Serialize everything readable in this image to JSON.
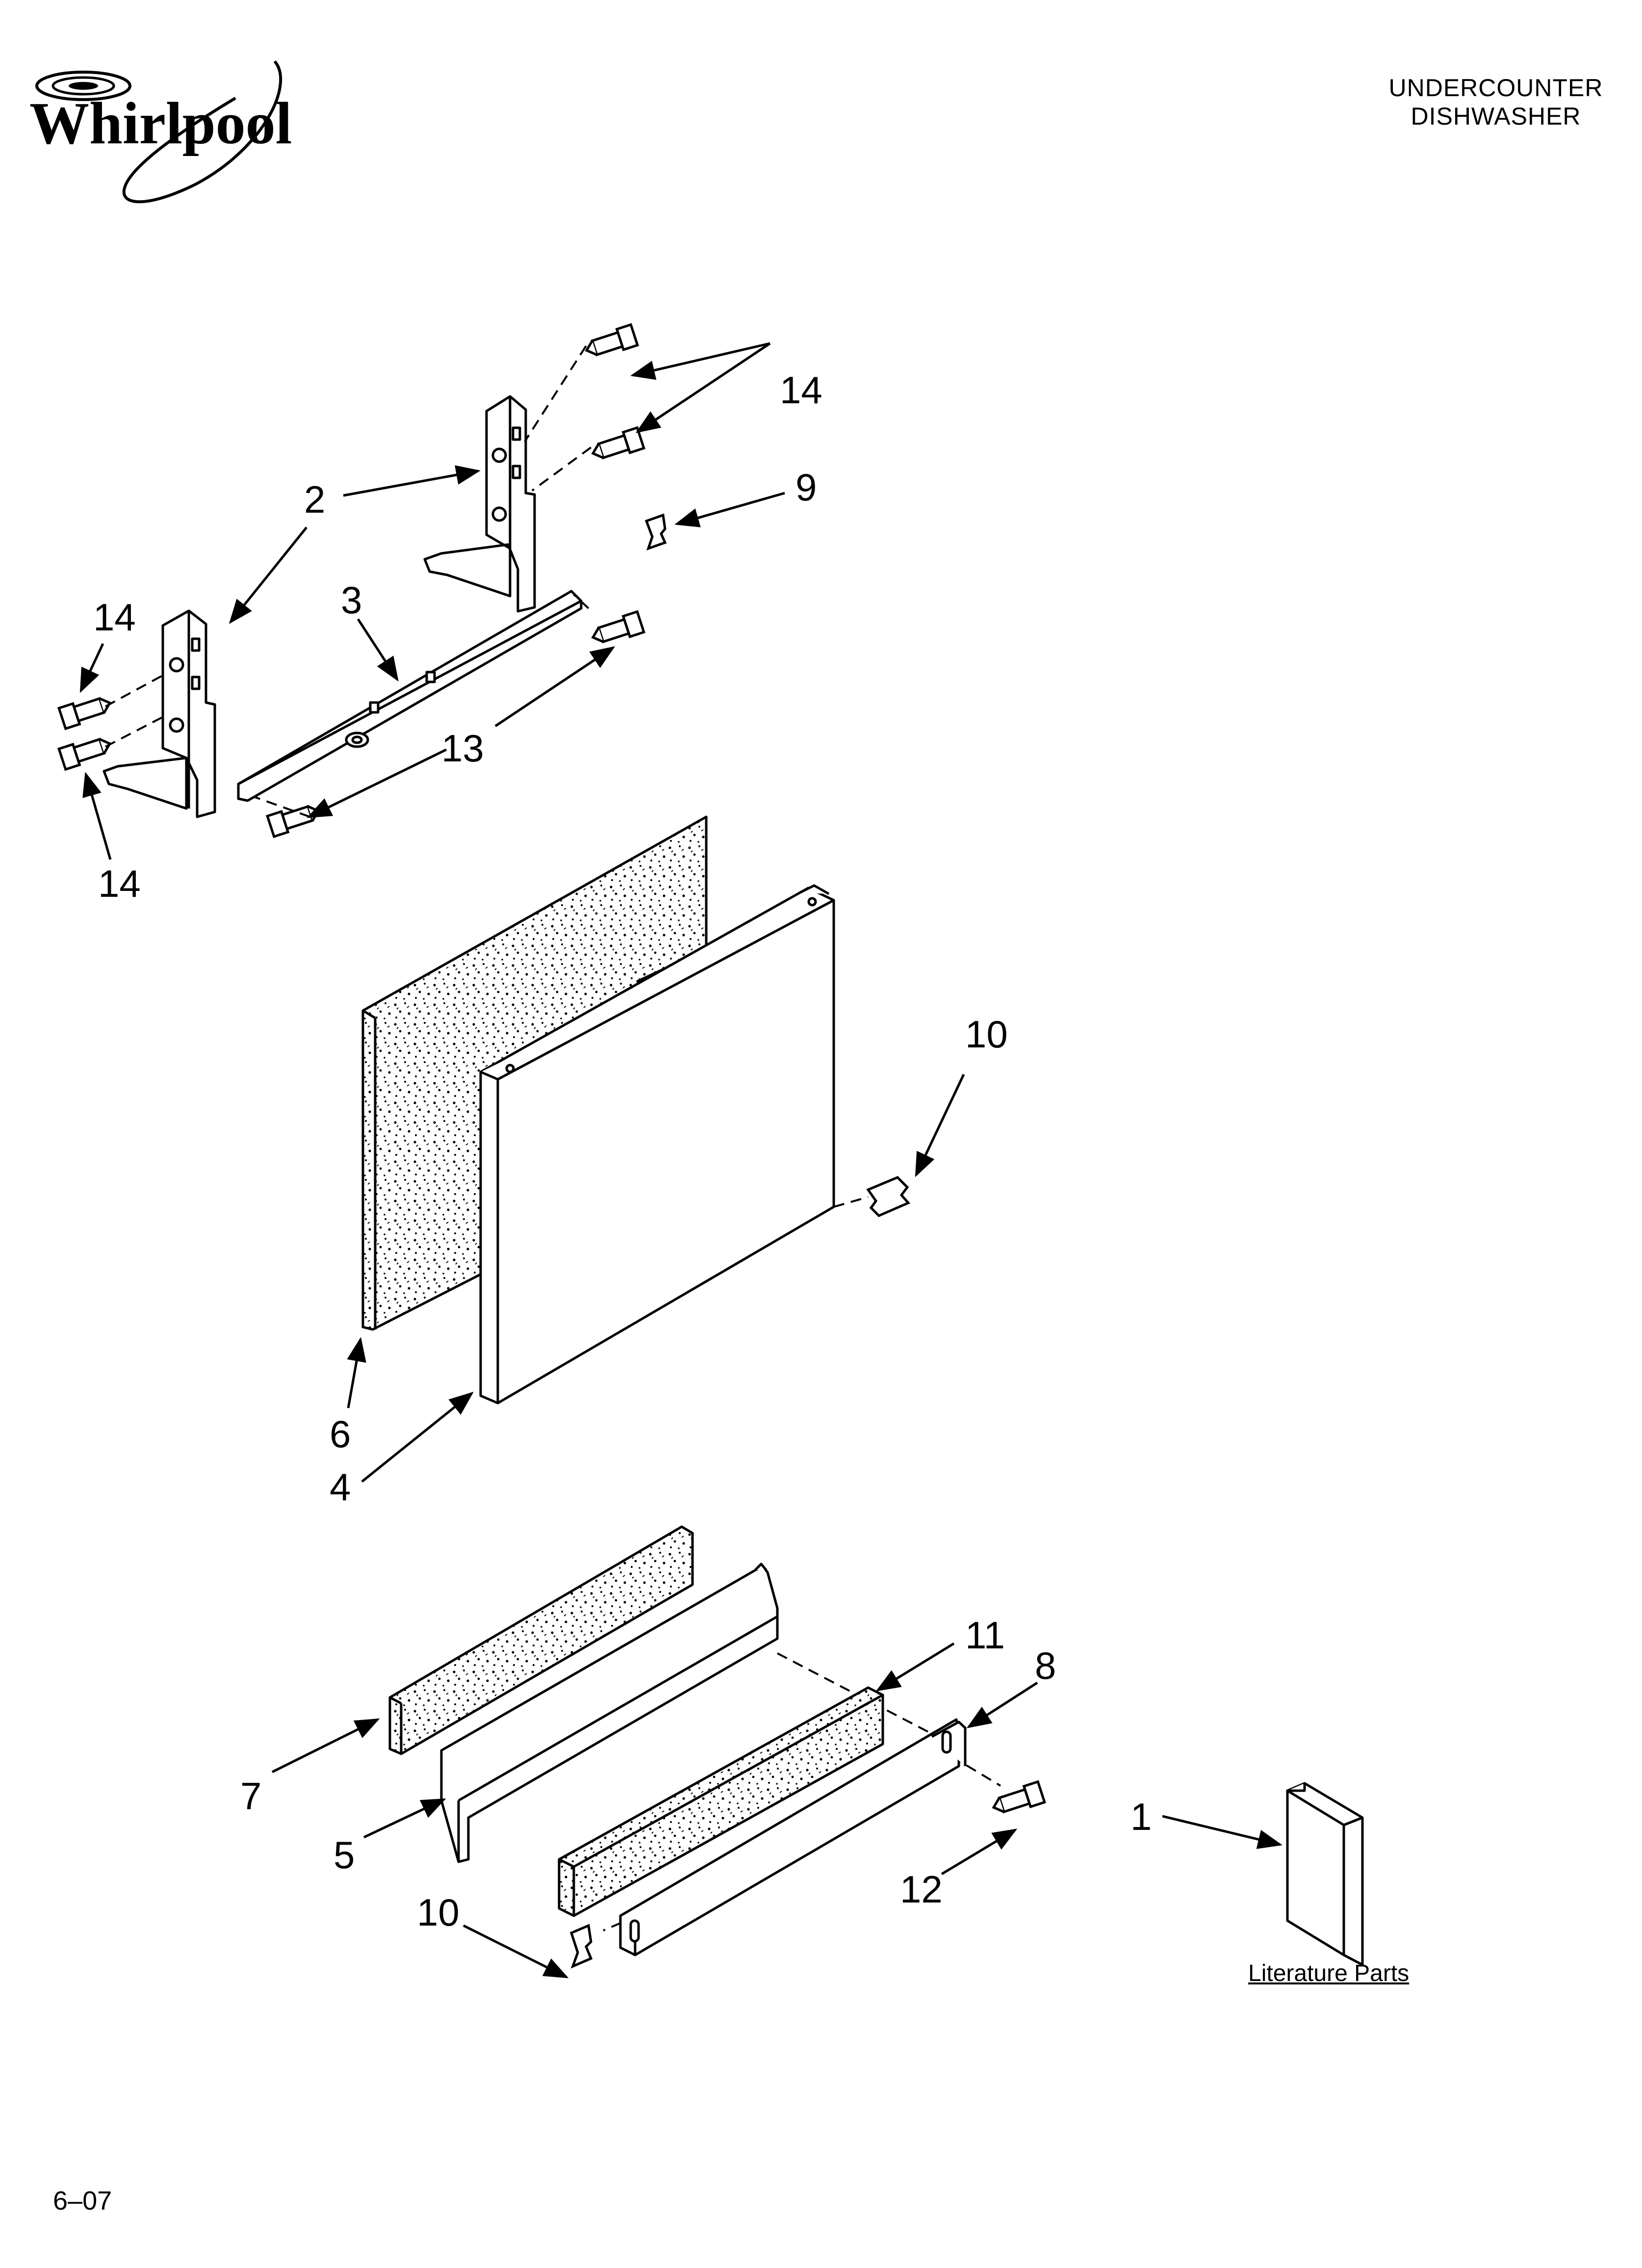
{
  "brand": {
    "name": "Whirlpool"
  },
  "header": {
    "line1": "UNDERCOUNTER",
    "line2": "DISHWASHER"
  },
  "footer": {
    "code": "6–07"
  },
  "literature": {
    "label": "Literature Parts"
  },
  "callouts": {
    "c14a": "14",
    "c9": "9",
    "c2": "2",
    "c14b": "14",
    "c3": "3",
    "c13": "13",
    "c14c": "14",
    "c10a": "10",
    "c6": "6",
    "c4": "4",
    "c11": "11",
    "c8": "8",
    "c7": "7",
    "c1": "1",
    "c5": "5",
    "c12": "12",
    "c10b": "10"
  },
  "colors": {
    "ink": "#000000",
    "paper": "#ffffff"
  }
}
